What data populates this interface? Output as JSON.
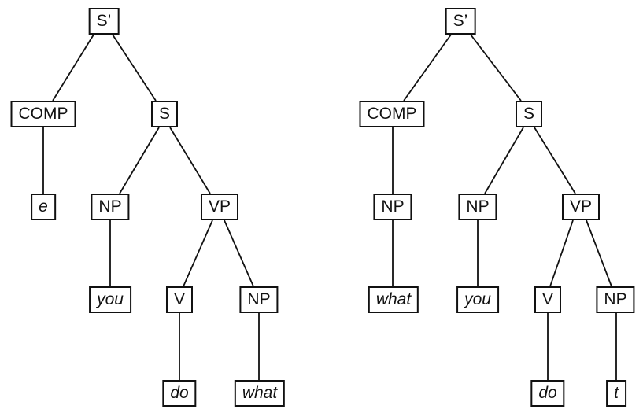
{
  "figure": {
    "background_color": "#ffffff",
    "line_color": "#111111",
    "trees": [
      {
        "id": "left-tree",
        "nodes": {
          "s_bar": {
            "label": "S’",
            "italic": false
          },
          "comp": {
            "label": "COMP",
            "italic": false
          },
          "s": {
            "label": "S",
            "italic": false
          },
          "e": {
            "label": "e",
            "italic": true
          },
          "np_subject": {
            "label": "NP",
            "italic": false
          },
          "vp": {
            "label": "VP",
            "italic": false
          },
          "you": {
            "label": "you",
            "italic": true
          },
          "v": {
            "label": "V",
            "italic": false
          },
          "np_object": {
            "label": "NP",
            "italic": false
          },
          "do": {
            "label": "do",
            "italic": true
          },
          "what": {
            "label": "what",
            "italic": true
          }
        },
        "edges": [
          [
            "s_bar",
            "comp"
          ],
          [
            "s_bar",
            "s"
          ],
          [
            "comp",
            "e"
          ],
          [
            "s",
            "np_subject"
          ],
          [
            "s",
            "vp"
          ],
          [
            "np_subject",
            "you"
          ],
          [
            "vp",
            "v"
          ],
          [
            "vp",
            "np_object"
          ],
          [
            "v",
            "do"
          ],
          [
            "np_object",
            "what"
          ]
        ]
      },
      {
        "id": "right-tree",
        "nodes": {
          "s_bar": {
            "label": "S’",
            "italic": false
          },
          "comp": {
            "label": "COMP",
            "italic": false
          },
          "s": {
            "label": "S",
            "italic": false
          },
          "np_comp": {
            "label": "NP",
            "italic": false
          },
          "np_subject": {
            "label": "NP",
            "italic": false
          },
          "vp": {
            "label": "VP",
            "italic": false
          },
          "what": {
            "label": "what",
            "italic": true
          },
          "you": {
            "label": "you",
            "italic": true
          },
          "v": {
            "label": "V",
            "italic": false
          },
          "np_object": {
            "label": "NP",
            "italic": false
          },
          "do": {
            "label": "do",
            "italic": true
          },
          "t": {
            "label": "t",
            "italic": true
          }
        },
        "edges": [
          [
            "s_bar",
            "comp"
          ],
          [
            "s_bar",
            "s"
          ],
          [
            "comp",
            "np_comp"
          ],
          [
            "s",
            "np_subject"
          ],
          [
            "s",
            "vp"
          ],
          [
            "np_comp",
            "what"
          ],
          [
            "np_subject",
            "you"
          ],
          [
            "vp",
            "v"
          ],
          [
            "vp",
            "np_object"
          ],
          [
            "v",
            "do"
          ],
          [
            "np_object",
            "t"
          ]
        ]
      }
    ]
  }
}
